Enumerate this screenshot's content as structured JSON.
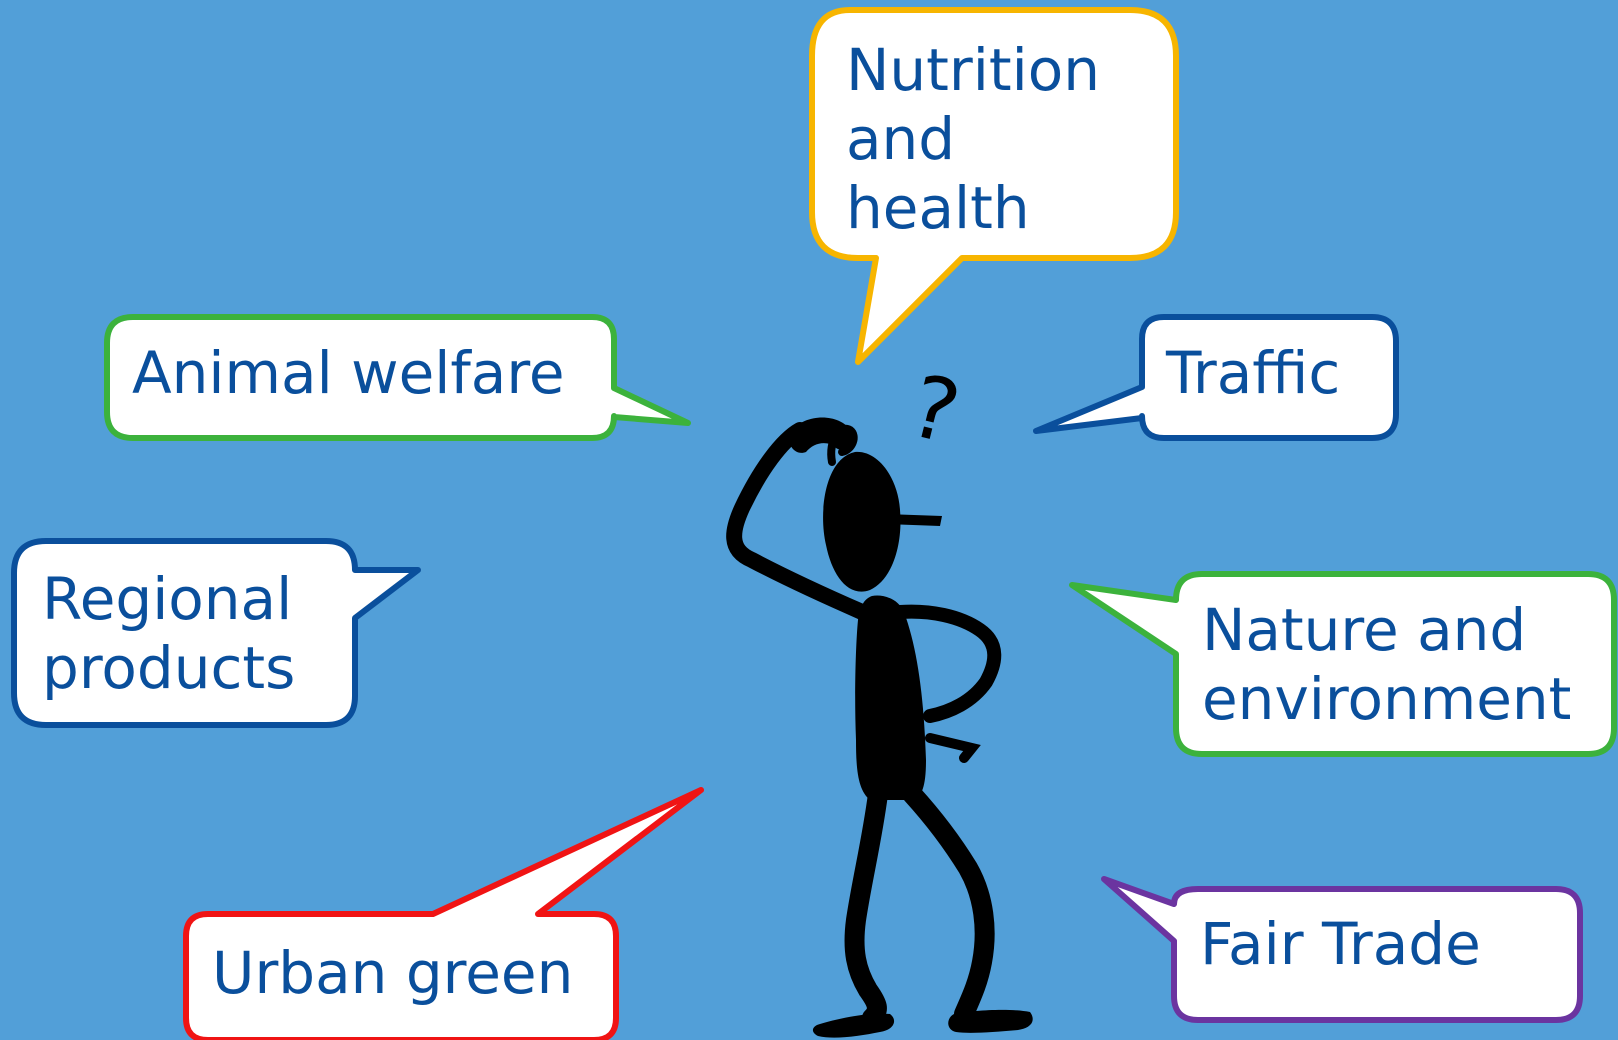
{
  "background_color": "#529fd8",
  "text_color": "#0a4f9c",
  "figure": {
    "icon": "thinking-stick-figure-icon",
    "question_mark": "?"
  },
  "bubbles": [
    {
      "id": "nutrition-and-health",
      "text": "Nutrition\nand\nhealth",
      "border_color": "#f7b500"
    },
    {
      "id": "animal-welfare",
      "text": "Animal welfare",
      "border_color": "#3cb23c"
    },
    {
      "id": "traffic",
      "text": "Traffic",
      "border_color": "#0a4f9c"
    },
    {
      "id": "regional-products",
      "text": "Regional\nproducts",
      "border_color": "#0a4f9c"
    },
    {
      "id": "nature-and-environment",
      "text": "Nature and\nenvironment",
      "border_color": "#3cb23c"
    },
    {
      "id": "urban-green",
      "text": "Urban green",
      "border_color": "#f01414"
    },
    {
      "id": "fair-trade",
      "text": "Fair Trade",
      "border_color": "#6b34a0"
    }
  ]
}
